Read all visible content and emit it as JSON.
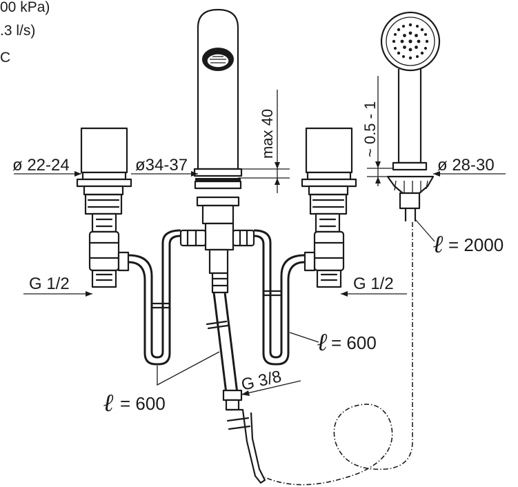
{
  "specs": [
    "00 kPa)",
    ".3 l/s)",
    "C"
  ],
  "dimensions": {
    "left_inlet_dia": "ø 22-24",
    "spout_dia": "ø34-37",
    "spout_height": "max 40",
    "gap": "~ 0.5 - 1",
    "shower_dia": "ø 28-30",
    "left_thread": "G 1/2",
    "right_thread": "G 1/2",
    "outlet_thread": "G 3/8"
  },
  "lengths": {
    "symbol": "ℓ",
    "shower_hose": "= 2000",
    "right_hose": "= 600",
    "left_hose": "= 600"
  }
}
